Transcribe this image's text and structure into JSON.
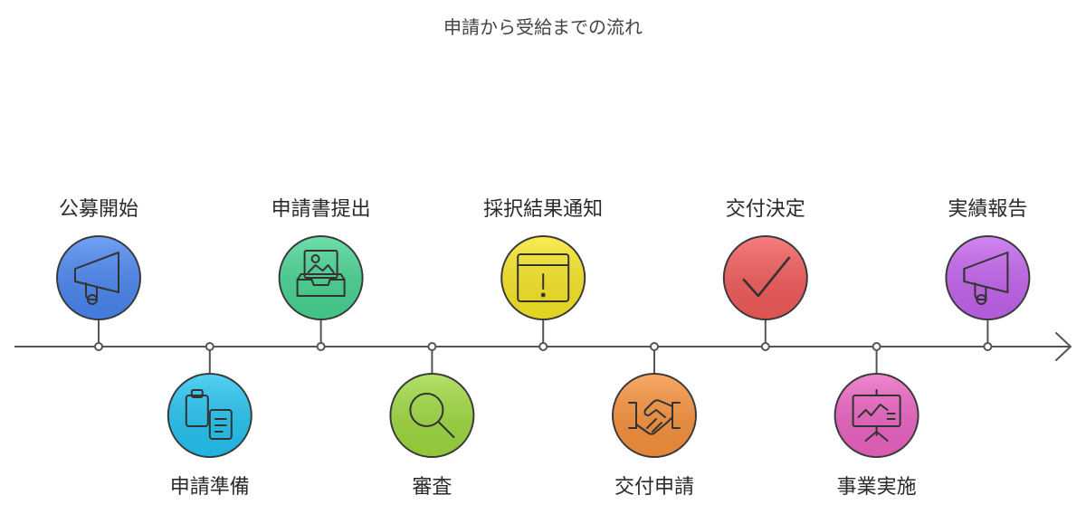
{
  "title": "申請から受給までの流れ",
  "steps": [
    {
      "label": "公募開始",
      "icon": "megaphone-icon",
      "color": "#4a86f0"
    },
    {
      "label": "申請準備",
      "icon": "clipboard-document-icon",
      "color": "#24c4f2"
    },
    {
      "label": "申請書提出",
      "icon": "inbox-tray-image-icon",
      "color": "#47d592"
    },
    {
      "label": "審査",
      "icon": "magnifier-icon",
      "color": "#9fd93f"
    },
    {
      "label": "採択結果通知",
      "icon": "calendar-alert-icon",
      "color": "#f8e625"
    },
    {
      "label": "交付申請",
      "icon": "handshake-icon",
      "color": "#f7913c"
    },
    {
      "label": "交付決定",
      "icon": "checkmark-icon",
      "color": "#f35a5a"
    },
    {
      "label": "事業実施",
      "icon": "presentation-chart-icon",
      "color": "#ec63c2"
    },
    {
      "label": "実績報告",
      "icon": "megaphone-icon",
      "color": "#c363ed"
    }
  ]
}
